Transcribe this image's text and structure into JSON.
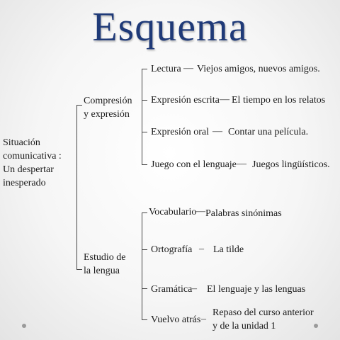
{
  "title": "Esquema",
  "root": {
    "line1": "Situación",
    "line2": "comunicativa :",
    "line3": "Un despertar",
    "line4": "inesperado"
  },
  "branches": [
    {
      "line1": "Compresión",
      "line2": "y expresión",
      "items": [
        {
          "label": "Lectura",
          "detail": "Viejos amigos, nuevos amigos."
        },
        {
          "label": "Expresión escrita",
          "detail": "El tiempo en los relatos"
        },
        {
          "label": "Expresión oral",
          "detail": "Contar una película."
        },
        {
          "label": "Juego con el lenguaje",
          "detail": "Juegos lingüísticos."
        }
      ]
    },
    {
      "line1": "Estudio de",
      "line2": "la lengua",
      "items": [
        {
          "label": "Vocabulario",
          "detail": "Palabras sinónimas"
        },
        {
          "label": "Ortografía",
          "detail": "La tilde"
        },
        {
          "label": "Gramática",
          "detail": "El lenguaje y las lenguas"
        },
        {
          "label": "Vuelvo atrás",
          "detail_line1": "Repaso del curso anterior",
          "detail_line2": "y de la unidad 1"
        }
      ]
    }
  ]
}
